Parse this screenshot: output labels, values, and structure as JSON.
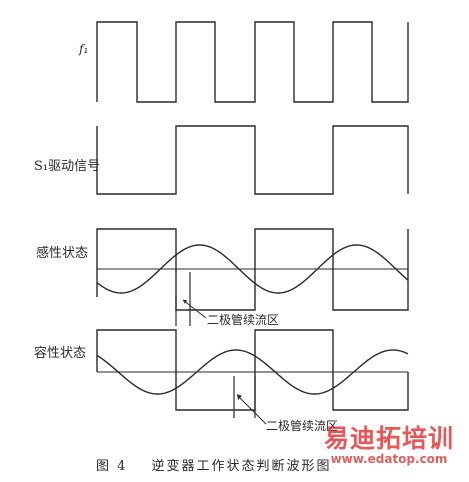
{
  "labels": {
    "f": "f₁",
    "drive": "S₁驱动信号",
    "inductive": "感性状态",
    "capacitive": "容性状态",
    "diode_region_1": "二极管续流区",
    "diode_region_2": "二极管续流区"
  },
  "caption": {
    "number": "图 4",
    "title": "逆变器工作状态判断波形图"
  },
  "watermark": {
    "brand": "易迪拓培训",
    "url": "www.edatop.com"
  },
  "colors": {
    "ink": "#2a2a2a",
    "watermark": "#e23a3a",
    "background": "#ffffff"
  }
}
